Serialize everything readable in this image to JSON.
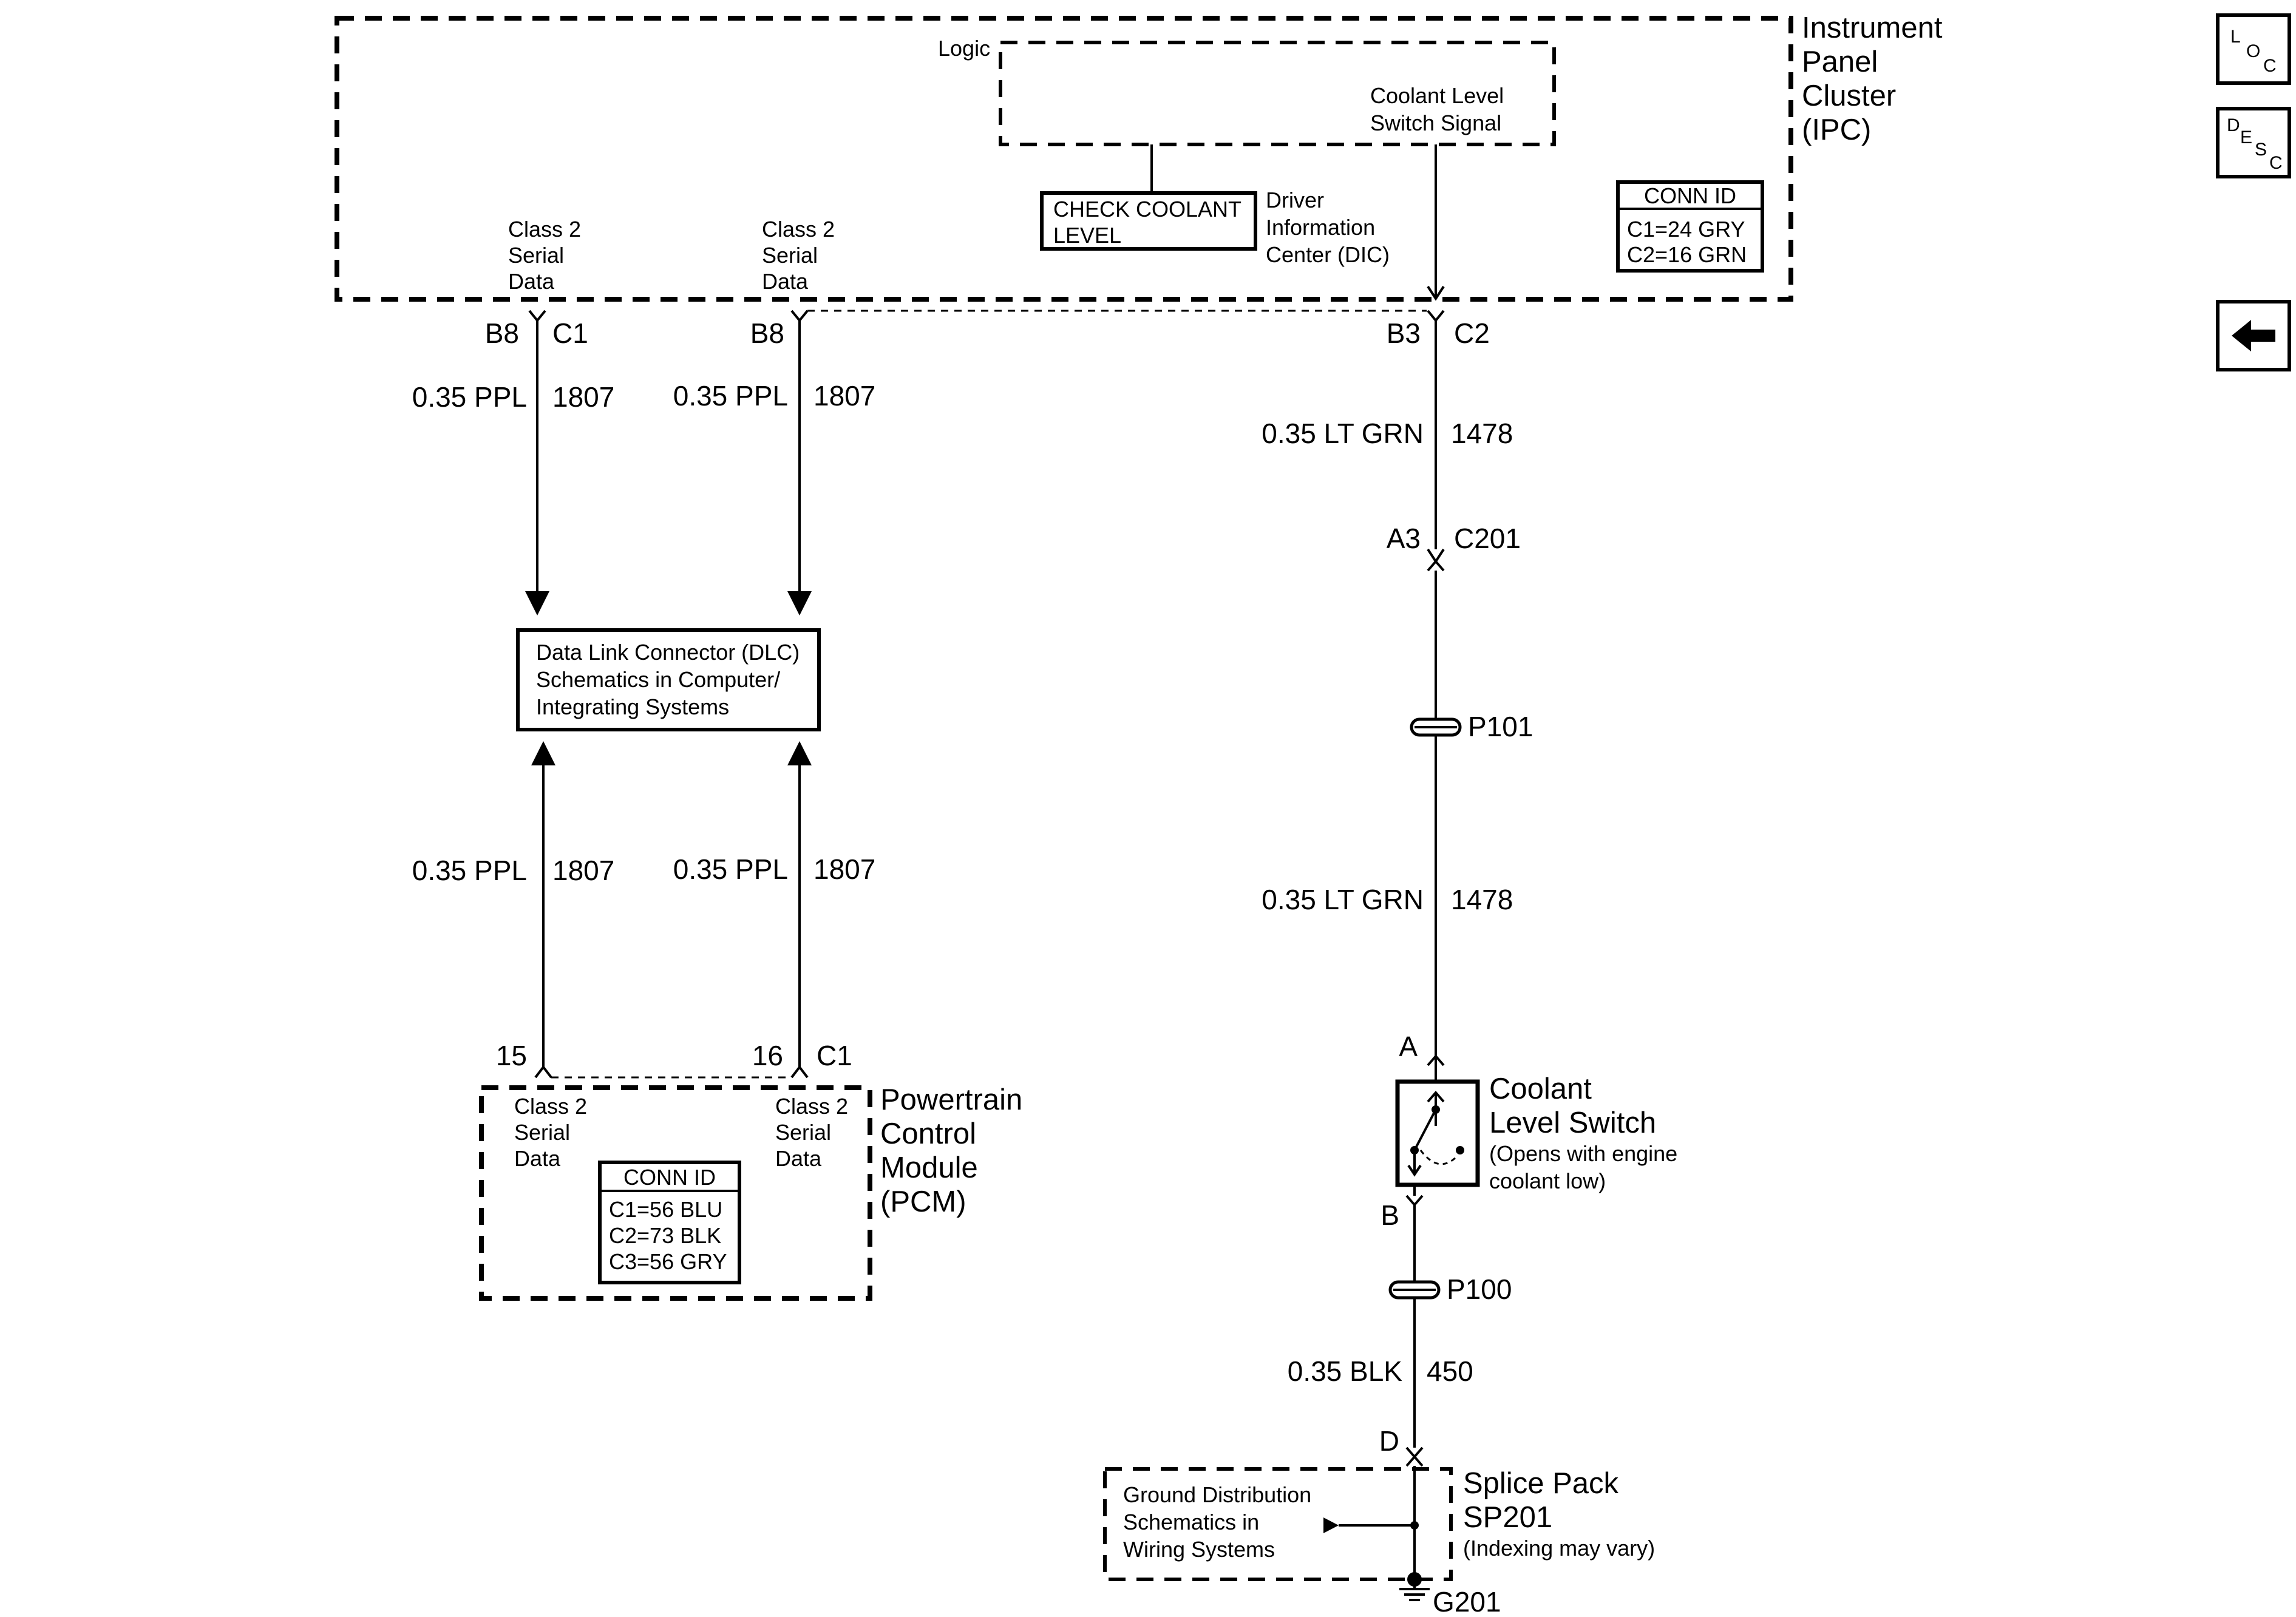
{
  "ipc": {
    "title_line1": "Instrument",
    "title_line2": "Panel",
    "title_line3": "Cluster",
    "title_line4": "(IPC)",
    "logic_label": "Logic",
    "signal_line1": "Coolant Level",
    "signal_line2": "Switch Signal",
    "dic_message_line1": "CHECK COOLANT",
    "dic_message_line2": "LEVEL",
    "dic_line1": "Driver",
    "dic_line2": "Information",
    "dic_line3": "Center (DIC)",
    "conn_id": {
      "title": "CONN ID",
      "c1": "C1=24 GRY",
      "c2": "C2=16 GRN"
    },
    "serial_left": [
      "Class 2",
      "Serial",
      "Data"
    ],
    "serial_right": [
      "Class 2",
      "Serial",
      "Data"
    ],
    "pin_left": "B8",
    "conn_left": "C1",
    "pin_mid": "B8",
    "pin_right": "B3",
    "conn_right": "C2"
  },
  "circuits": {
    "ppl_gauge": "0.35 PPL",
    "ppl_circuit": "1807",
    "grn_gauge": "0.35 LT GRN",
    "grn_circuit": "1478",
    "blk_gauge": "0.35 BLK",
    "blk_circuit": "450"
  },
  "c201": {
    "pin": "A3",
    "name": "C201"
  },
  "p101": "P101",
  "p100": "P100",
  "dlc": {
    "line1": "Data Link Connector (DLC)",
    "line2": "Schematics in Computer/",
    "line3": "Integrating Systems"
  },
  "pcm": {
    "title_line1": "Powertrain",
    "title_line2": "Control",
    "title_line3": "Module",
    "title_line4": "(PCM)",
    "pin_left": "15",
    "pin_right": "16",
    "conn": "C1",
    "serial_left": [
      "Class 2",
      "Serial",
      "Data"
    ],
    "serial_right": [
      "Class 2",
      "Serial",
      "Data"
    ],
    "conn_id": {
      "title": "CONN ID",
      "c1": "C1=56 BLU",
      "c2": "C2=73 BLK",
      "c3": "C3=56 GRY"
    }
  },
  "coolant_switch": {
    "pin_a": "A",
    "pin_b": "B",
    "title_line1": "Coolant",
    "title_line2": "Level Switch",
    "note_line1": "(Opens with engine",
    "note_line2": "coolant low)"
  },
  "splice": {
    "pin": "D",
    "title_line1": "Splice Pack",
    "title_line2": "SP201",
    "note": "(Indexing may vary)",
    "ground_line1": "Ground Distribution",
    "ground_line2": "Schematics in",
    "ground_line3": "Wiring Systems",
    "ground_name": "G201"
  },
  "nav": {
    "loc": [
      "L",
      "O",
      "C"
    ],
    "desc": [
      "D",
      "E",
      "S",
      "C"
    ],
    "back_icon": "left-arrow-icon"
  }
}
